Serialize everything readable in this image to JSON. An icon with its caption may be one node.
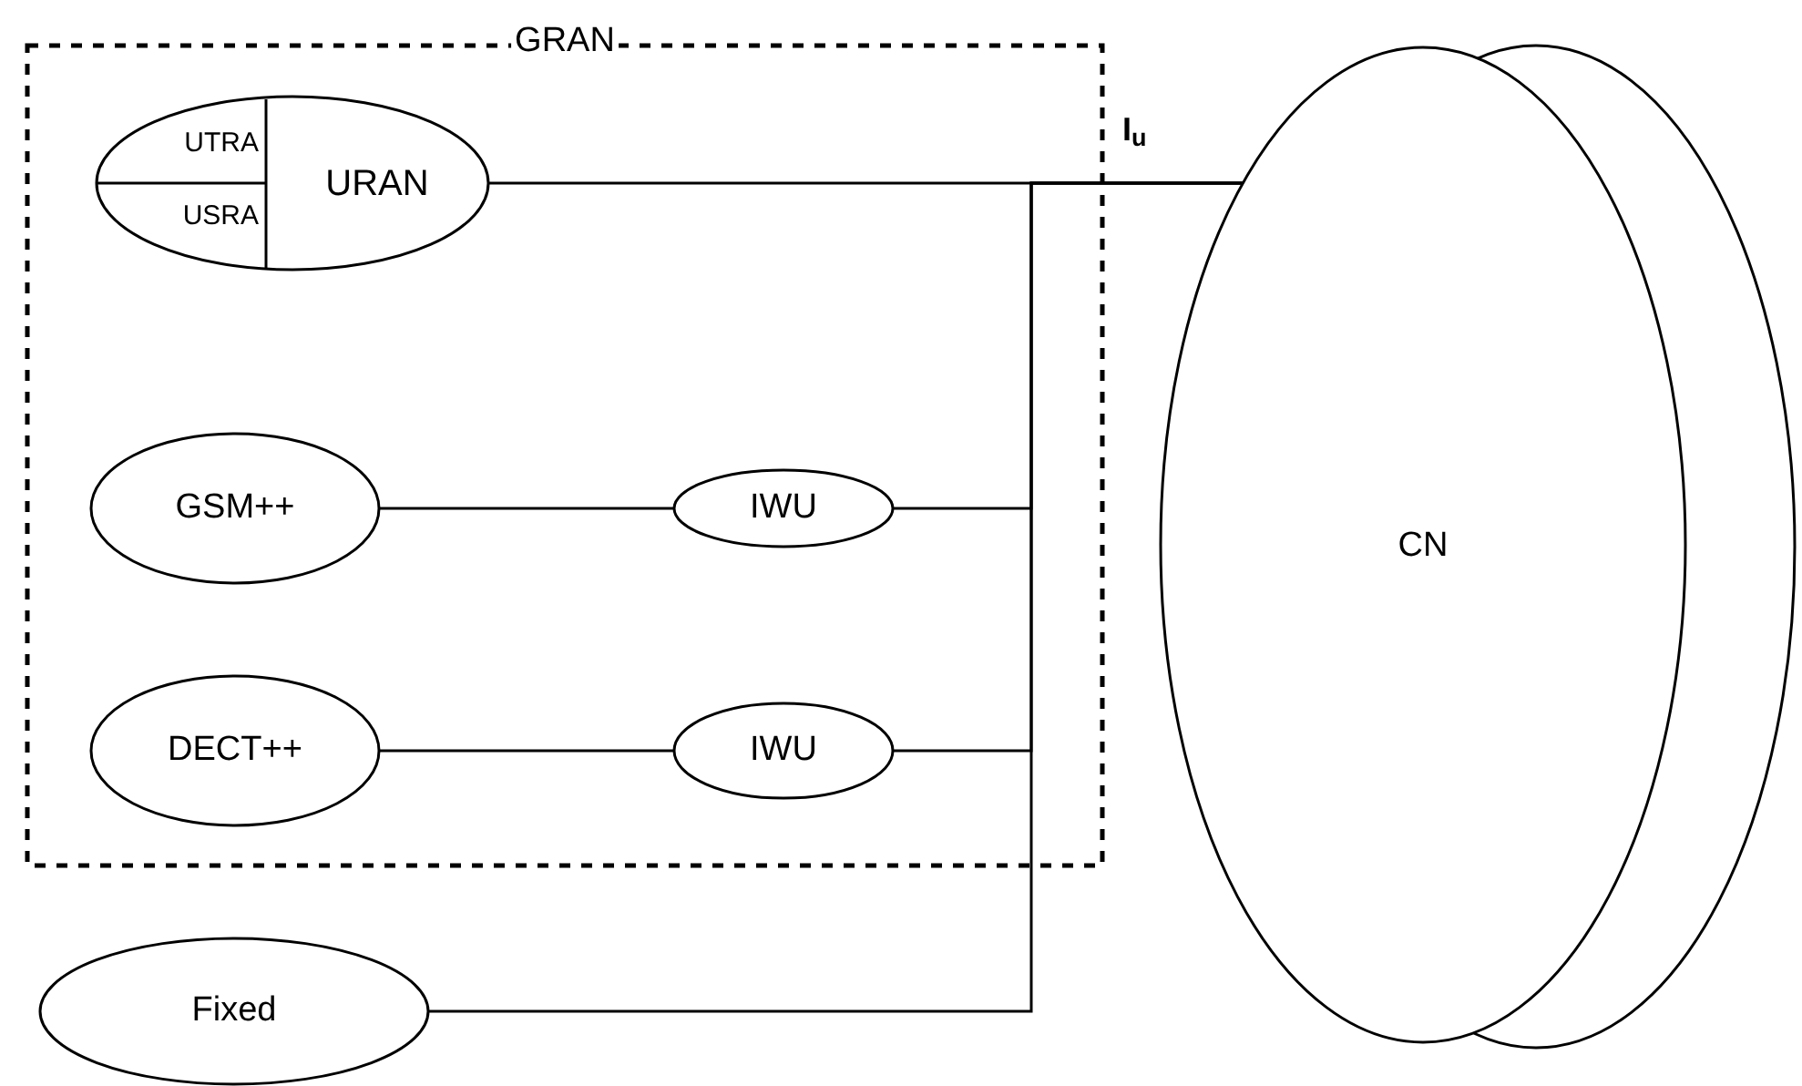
{
  "diagram": {
    "nodes": [
      {
        "text": [
          "GRAN"
        ]
      },
      {
        "text": [
          "URAN"
        ],
        "in": 0
      },
      {
        "text": [
          "UTRA"
        ],
        "in": 1
      },
      {
        "text": [
          "USRA"
        ],
        "in": 1
      },
      {
        "text": [
          "GSM++"
        ],
        "in": 0
      },
      {
        "text": [
          "IWU"
        ],
        "in": 0
      },
      {
        "text": [
          "DECT++"
        ],
        "in": 0
      },
      {
        "text": [
          "IWU"
        ],
        "in": 0
      },
      {
        "text": [
          "Fixed"
        ]
      },
      {
        "text": [
          "CN"
        ]
      }
    ],
    "edges": [
      {
        "from": 4,
        "to": 5,
        "arrow": "none"
      },
      {
        "from": 6,
        "to": 7,
        "arrow": "none"
      },
      {
        "from": 1,
        "to": 9,
        "arrow": "none",
        "label": "I$_{u}$"
      },
      {
        "from": 5,
        "to": 9,
        "arrow": "none"
      },
      {
        "from": 7,
        "to": 9,
        "arrow": "none"
      },
      {
        "from": 8,
        "to": 9,
        "arrow": "none"
      }
    ]
  }
}
